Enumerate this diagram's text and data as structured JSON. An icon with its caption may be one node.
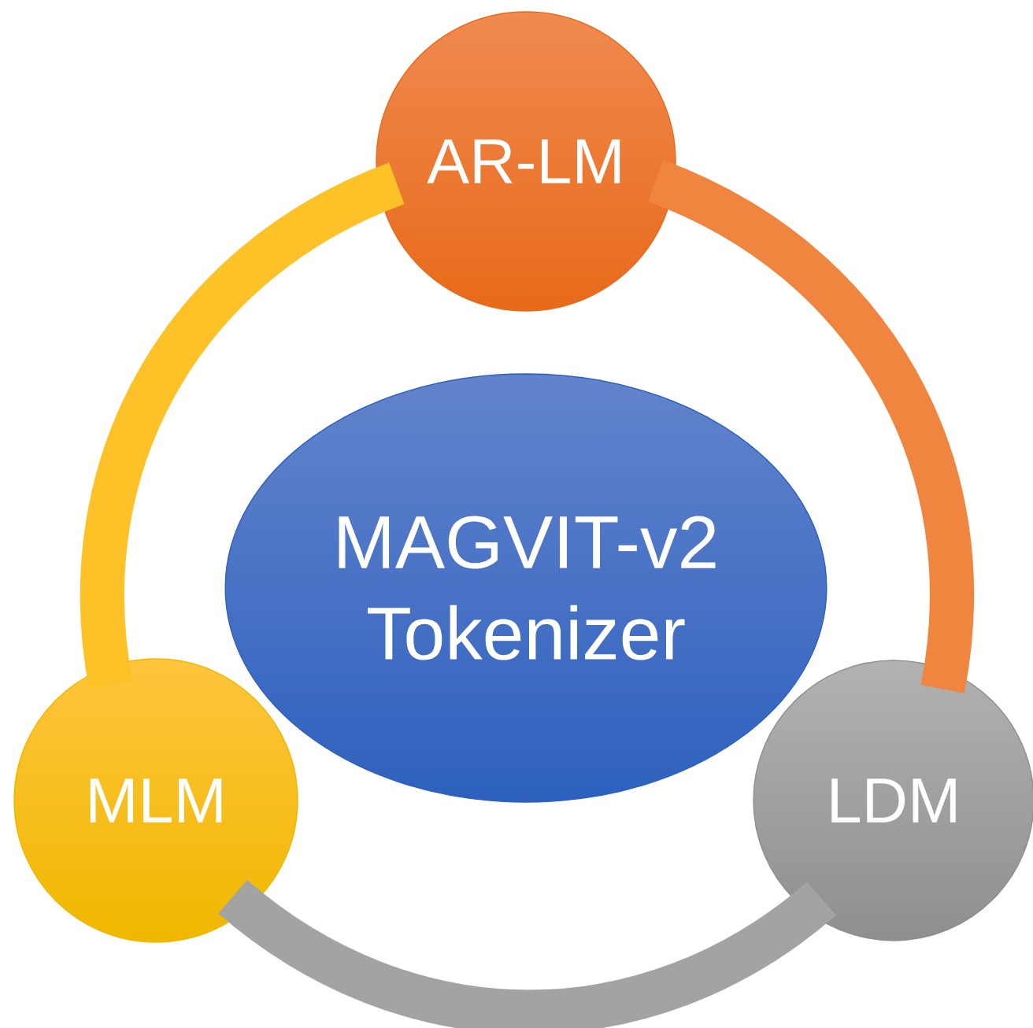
{
  "diagram": {
    "nodes": [
      {
        "text": [
          "AR-LM"
        ]
      },
      {
        "text": [
          "MLM"
        ]
      },
      {
        "text": [
          "LDM"
        ]
      },
      {
        "text": [
          "MAGVIT-v2 Tokenizer"
        ]
      }
    ],
    "edges": [
      {
        "from": 0,
        "to": 2,
        "arrow": "none",
        "color": "#f08540"
      },
      {
        "from": 2,
        "to": 1,
        "arrow": "none",
        "color": "#a3a3a3"
      },
      {
        "from": 1,
        "to": 0,
        "arrow": "none",
        "color": "#fdc228"
      }
    ]
  }
}
